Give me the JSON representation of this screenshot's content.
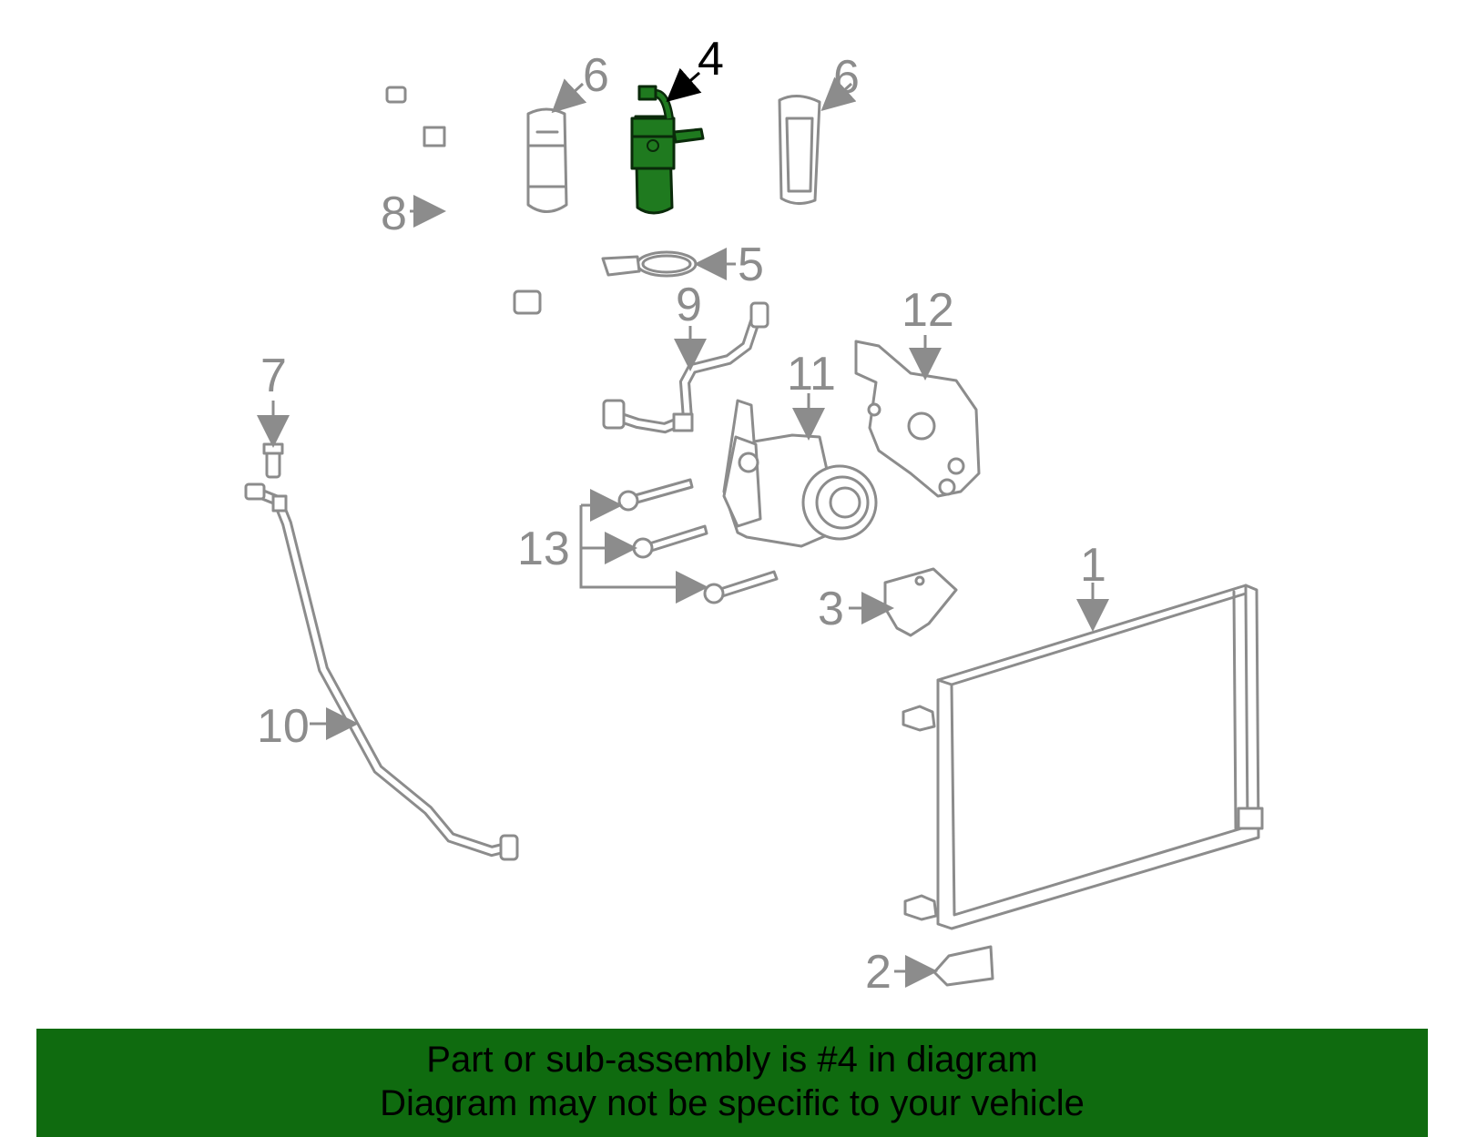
{
  "diagram": {
    "highlight_color": "#1f7a1f",
    "callouts": [
      "1",
      "2",
      "3",
      "4",
      "5",
      "6",
      "6",
      "7",
      "8",
      "9",
      "10",
      "11",
      "12",
      "13"
    ],
    "highlighted": "4"
  },
  "banner": {
    "background": "#0f6b0f",
    "line1": "Part or sub-assembly is #4 in diagram",
    "line2": "Diagram may not be specific to your vehicle"
  }
}
